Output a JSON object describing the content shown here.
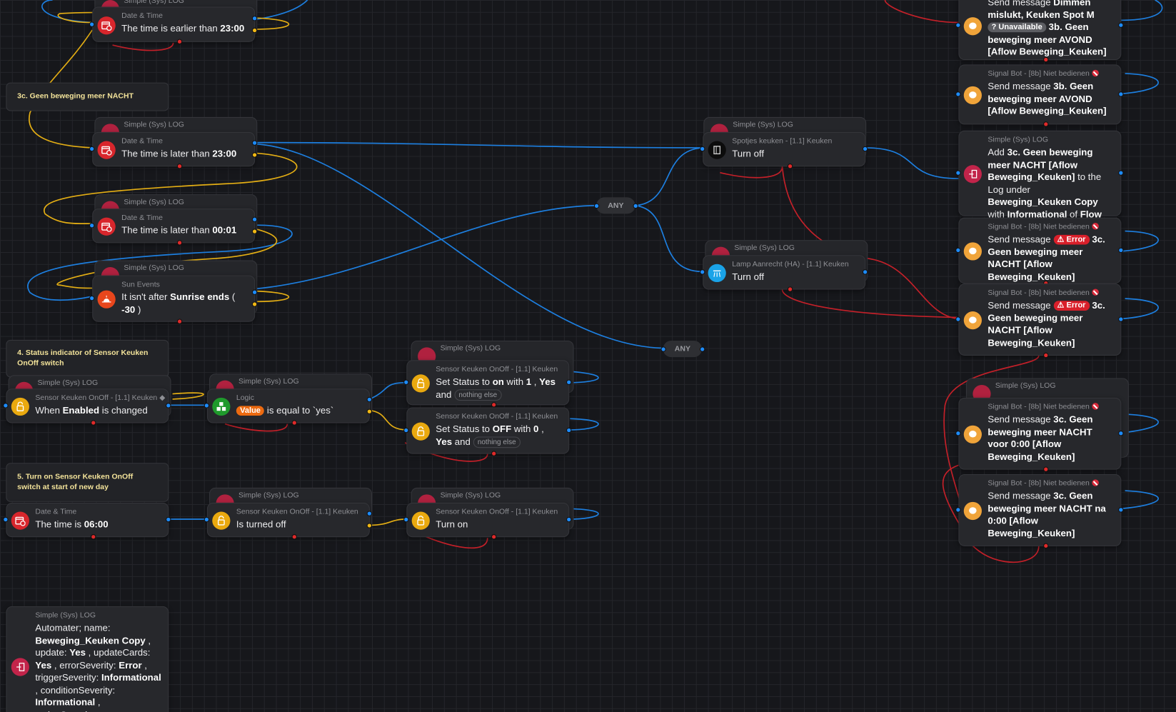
{
  "notes": [
    {
      "id": "note-3c",
      "text": "3c. Geen beweging meer NACHT"
    },
    {
      "id": "note-4",
      "text": "4. Status indicator of Sensor Keuken OnOff switch"
    },
    {
      "id": "note-5",
      "text": "5. Turn on Sensor Keuken OnOff switch at start of new day"
    }
  ],
  "any_nodes": [
    {
      "id": "any-1",
      "label": "ANY"
    },
    {
      "id": "any-2",
      "label": "ANY"
    }
  ],
  "colors": {
    "wire_true": "#1d7fe0",
    "wire_false": "#e4ae14",
    "wire_error": "#c42029",
    "note_text": "#f3e39a",
    "canvas": "#16171b",
    "card": "#27282c"
  },
  "nodes": [
    {
      "id": "n1",
      "behind": "Simple (Sys) LOG",
      "header": "Date & Time",
      "icon": "calendar-clock-icon",
      "icon_color": "#d8262c",
      "text": [
        {
          "t": "The time is earlier than "
        },
        {
          "t": "23:00",
          "b": true
        }
      ]
    },
    {
      "id": "n2",
      "behind": "Simple (Sys) LOG",
      "header": "Date & Time",
      "icon": "calendar-clock-icon",
      "icon_color": "#d8262c",
      "text": [
        {
          "t": "The time is later than "
        },
        {
          "t": "23:00",
          "b": true
        }
      ]
    },
    {
      "id": "n3",
      "behind": "Simple (Sys) LOG",
      "header": "Date & Time",
      "icon": "calendar-clock-icon",
      "icon_color": "#d8262c",
      "text": [
        {
          "t": "The time is later than "
        },
        {
          "t": "00:01",
          "b": true
        }
      ]
    },
    {
      "id": "n4",
      "behind": "Simple (Sys) LOG",
      "header": "Sun Events",
      "icon": "sunrise-icon",
      "icon_color": "#e8461c",
      "text": [
        {
          "t": "It isn't after "
        },
        {
          "t": "Sunrise ends",
          "b": true
        },
        {
          "t": " ( "
        },
        {
          "t": "-30",
          "b": true
        },
        {
          "t": " )"
        }
      ]
    },
    {
      "id": "n5",
      "behind": "Simple (Sys) LOG",
      "header": "Sensor Keuken OnOff - [1.1] Keuken",
      "tag": true,
      "icon": "unlock-icon",
      "icon_color": "#e9a90f",
      "text": [
        {
          "t": "When "
        },
        {
          "t": "Enabled",
          "b": true
        },
        {
          "t": "  is changed"
        }
      ]
    },
    {
      "id": "n6",
      "behind": "Simple (Sys) LOG",
      "header": "Logic",
      "icon": "logic-blocks-icon",
      "icon_color": "#1f9a2c",
      "text": [
        {
          "badge": "Value",
          "kind": "value"
        },
        {
          "t": " is equal to `yes`"
        }
      ]
    },
    {
      "id": "n7",
      "behind": "Simple (Sys) LOG",
      "header": "Sensor Keuken OnOff - [1.1] Keuken",
      "icon": "unlock-icon",
      "icon_color": "#e9a90f",
      "text": [
        {
          "t": "Set Status to "
        },
        {
          "t": "on",
          "b": true
        },
        {
          "t": " with "
        },
        {
          "t": "1",
          "b": true
        },
        {
          "t": " , "
        },
        {
          "t": "Yes",
          "b": true
        },
        {
          "t": " and "
        },
        {
          "pill": "nothing else"
        }
      ]
    },
    {
      "id": "n8",
      "header": "Sensor Keuken OnOff - [1.1] Keuken",
      "icon": "unlock-icon",
      "icon_color": "#e9a90f",
      "text": [
        {
          "t": "Set Status to "
        },
        {
          "t": "OFF",
          "b": true
        },
        {
          "t": " with "
        },
        {
          "t": "0",
          "b": true
        },
        {
          "t": " , "
        },
        {
          "t": "Yes",
          "b": true
        },
        {
          "t": " and "
        },
        {
          "pill": "nothing else"
        }
      ]
    },
    {
      "id": "n9",
      "header": "Date & Time",
      "icon": "calendar-clock-icon",
      "icon_color": "#d8262c",
      "text": [
        {
          "t": "The time is "
        },
        {
          "t": "06:00",
          "b": true
        }
      ]
    },
    {
      "id": "n10",
      "behind": "Simple (Sys) LOG",
      "header": "Sensor Keuken OnOff - [1.1] Keuken",
      "icon": "unlock-icon",
      "icon_color": "#e9a90f",
      "text": [
        {
          "t": "Is turned off"
        }
      ]
    },
    {
      "id": "n11",
      "behind": "Simple (Sys) LOG",
      "header": "Sensor Keuken OnOff - [1.1] Keuken",
      "icon": "unlock-icon",
      "icon_color": "#e9a90f",
      "text": [
        {
          "t": "Turn on"
        }
      ]
    },
    {
      "id": "n12",
      "header": "Simple (Sys) LOG",
      "icon": "log-export-icon",
      "icon_color": "#c2244a",
      "text": [
        {
          "t": "Automater; name: "
        },
        {
          "t": "Beweging_Keuken Copy",
          "b": true
        },
        {
          "t": " , update: "
        },
        {
          "t": "Yes",
          "b": true
        },
        {
          "t": " , updateCards: "
        },
        {
          "t": "Yes",
          "b": true
        },
        {
          "t": " , errorSeverity: "
        },
        {
          "t": "Error",
          "b": true
        },
        {
          "t": " , triggerSeverity: "
        },
        {
          "t": "Informational",
          "b": true
        },
        {
          "t": " , conditionSeverity: "
        },
        {
          "t": "Informational",
          "b": true
        },
        {
          "t": " , actionSeverity:"
        }
      ]
    },
    {
      "id": "n13",
      "behind": "Simple (Sys) LOG",
      "header": "Spotjes keuken - [1.1] Keuken",
      "icon": "door-icon",
      "icon_color": "#0c0c0c",
      "text": [
        {
          "t": "Turn off"
        }
      ]
    },
    {
      "id": "n14",
      "behind": "Simple (Sys) LOG",
      "header": "Lamp Aanrecht (HA) - [1.1] Keuken",
      "icon": "lamp-icon",
      "icon_color": "#1aa3e8",
      "text": [
        {
          "t": "Turn off"
        }
      ]
    },
    {
      "id": "r1",
      "header": "",
      "icon": "chat-bubble-icon",
      "icon_color": "#f0a43a",
      "text": [
        {
          "t": "Send message "
        },
        {
          "t": "Dimmen mislukt, Keuken Spot M",
          "b": true
        },
        {
          "t": " "
        },
        {
          "badge": "? Unavailable",
          "kind": "unavailable"
        },
        {
          "t": " "
        },
        {
          "t": "3b. Geen beweging meer AVOND [Aflow Beweging_Keuken]",
          "b": true
        }
      ]
    },
    {
      "id": "r2",
      "header": "Signal Bot - [8b] Niet bedienen",
      "nosym": true,
      "icon": "chat-bubble-icon",
      "icon_color": "#f0a43a",
      "text": [
        {
          "t": "Send message "
        },
        {
          "t": "3b. Geen beweging meer AVOND [Aflow Beweging_Keuken]",
          "b": true
        }
      ]
    },
    {
      "id": "r3",
      "header": "Simple (Sys) LOG",
      "icon": "log-export-icon",
      "icon_color": "#c2244a",
      "text": [
        {
          "t": "Add "
        },
        {
          "t": "3c. Geen beweging meer NACHT [Aflow Beweging_Keuken]",
          "b": true
        },
        {
          "t": " to the Log under "
        },
        {
          "t": "Beweging_Keuken Copy",
          "b": true
        },
        {
          "t": " with "
        },
        {
          "t": "Informational",
          "b": true
        },
        {
          "t": " of "
        },
        {
          "t": "Flow",
          "b": true
        }
      ]
    },
    {
      "id": "r4",
      "header": "Signal Bot - [8b] Niet bedienen",
      "nosym": true,
      "icon": "chat-bubble-icon",
      "icon_color": "#f0a43a",
      "text": [
        {
          "t": "Send message "
        },
        {
          "badge": "⚠ Error",
          "kind": "error"
        },
        {
          "t": " "
        },
        {
          "t": "3c. Geen beweging meer NACHT [Aflow Beweging_Keuken]",
          "b": true
        }
      ]
    },
    {
      "id": "r5",
      "header": "Signal Bot - [8b] Niet bedienen",
      "nosym": true,
      "icon": "chat-bubble-icon",
      "icon_color": "#f0a43a",
      "text": [
        {
          "t": "Send message "
        },
        {
          "badge": "⚠ Error",
          "kind": "error"
        },
        {
          "t": " "
        },
        {
          "t": "3c. Geen beweging meer NACHT [Aflow Beweging_Keuken]",
          "b": true
        }
      ]
    },
    {
      "id": "r6",
      "behind": "Simple (Sys) LOG",
      "header": "Signal Bot - [8b] Niet bedienen",
      "nosym": true,
      "icon": "chat-bubble-icon",
      "icon_color": "#f0a43a",
      "text": [
        {
          "t": "Send message "
        },
        {
          "t": "3c. Geen beweging meer NACHT voor 0:00 [Aflow Beweging_Keuken]",
          "b": true
        }
      ]
    },
    {
      "id": "r7",
      "header": "Signal Bot - [8b] Niet bedienen",
      "nosym": true,
      "icon": "chat-bubble-icon",
      "icon_color": "#f0a43a",
      "text": [
        {
          "t": "Send message "
        },
        {
          "t": "3c. Geen beweging meer NACHT na 0:00 [Aflow Beweging_Keuken]",
          "b": true
        }
      ]
    }
  ]
}
